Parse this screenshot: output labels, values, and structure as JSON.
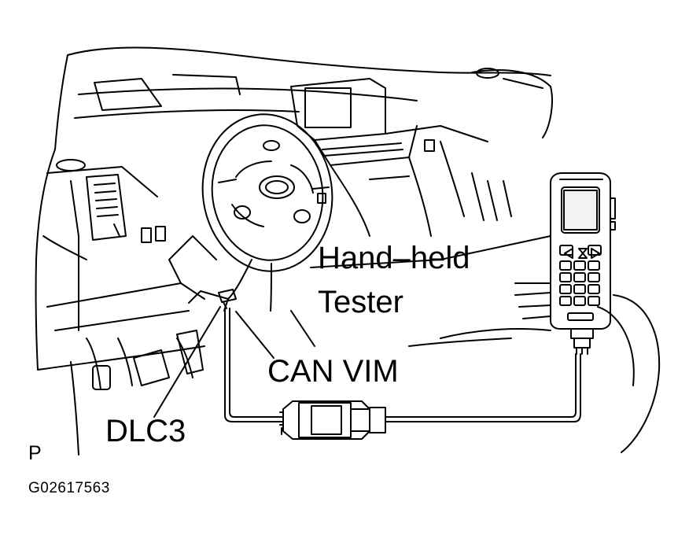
{
  "labels": {
    "hand_held_line1": "Hand–held",
    "hand_held_line2": "Tester",
    "can_vim": "CAN VIM",
    "dlc3": "DLC3",
    "view_letter": "P",
    "figure_id": "G02617563"
  }
}
